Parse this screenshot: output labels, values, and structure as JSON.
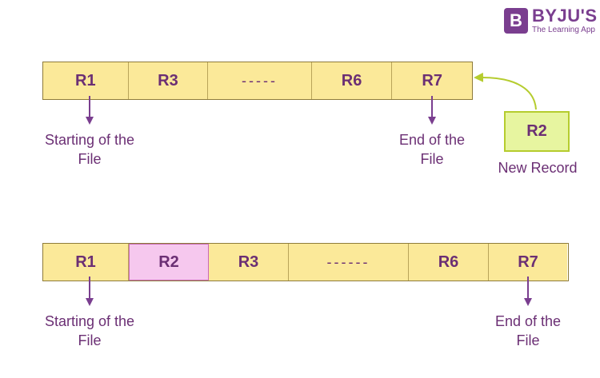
{
  "logo": {
    "badge_letter": "B",
    "title": "BYJU'S",
    "subtitle": "The Learning App"
  },
  "top_strip": {
    "records": [
      "R1",
      "R3",
      "-----",
      "R6",
      "R7"
    ]
  },
  "new_record": {
    "box_label": "R2",
    "caption": "New Record"
  },
  "bottom_strip": {
    "records": [
      "R1",
      "R2",
      "R3",
      "------",
      "R6",
      "R7"
    ],
    "highlighted": "R2"
  },
  "labels": {
    "start_line1": "Starting of the",
    "start_line2": "File",
    "end_line1": "End of the",
    "end_line2": "File"
  },
  "colors": {
    "cell_fill": "#fbe999",
    "highlight_fill": "#f6c8ee",
    "new_record_fill": "#e7f5a0",
    "arrow": "#7a3e8f",
    "insert_arrow": "#b5cc2e",
    "text": "#6b2f74"
  }
}
